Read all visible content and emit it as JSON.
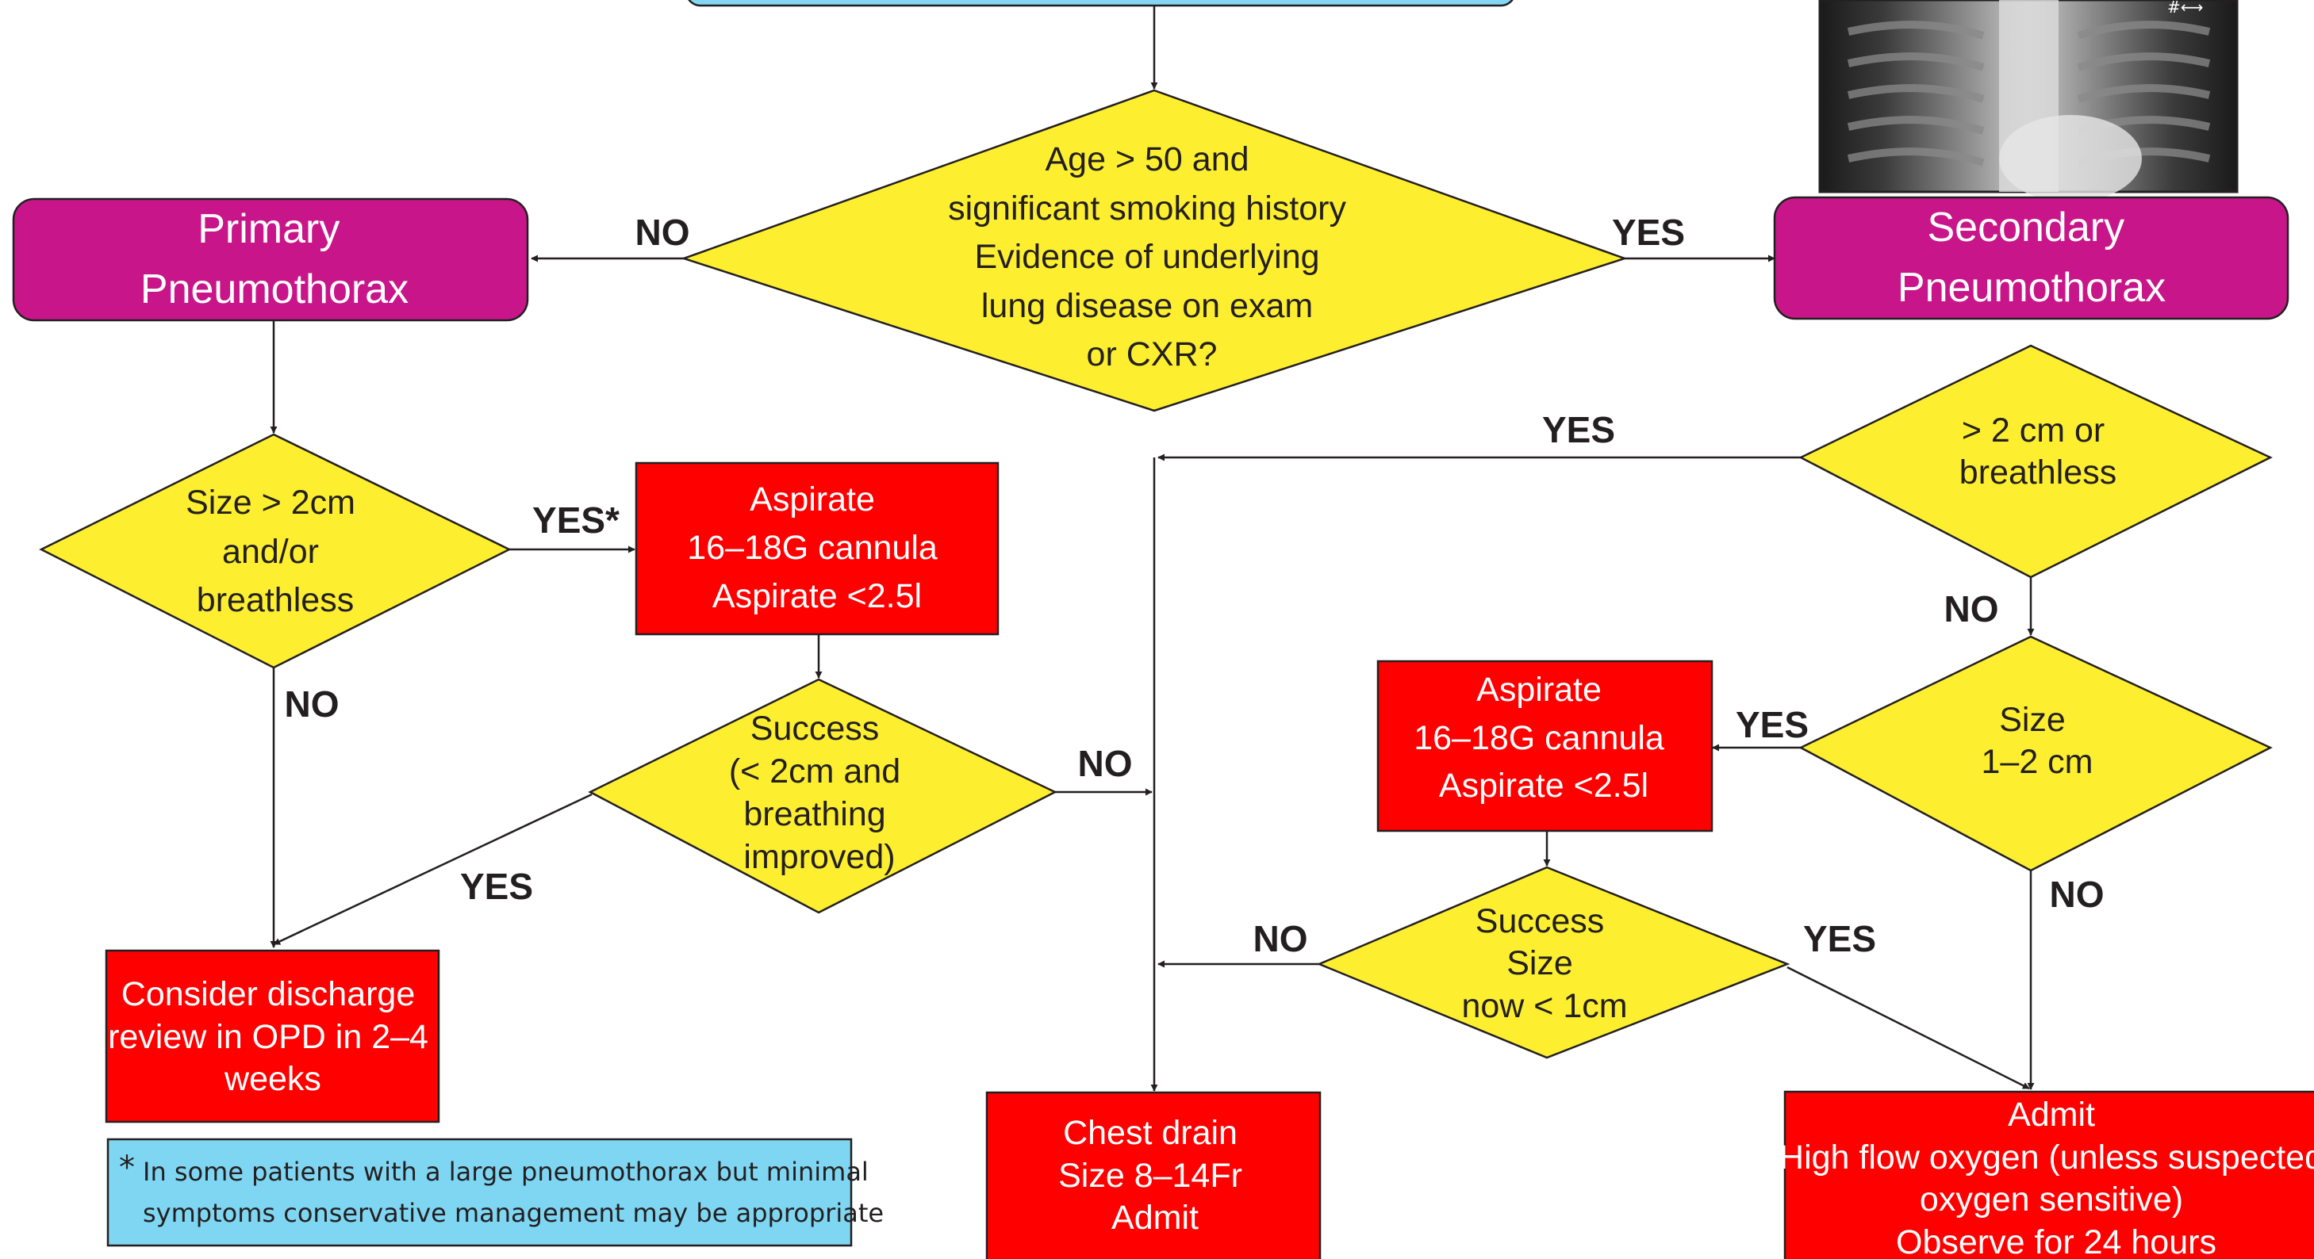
{
  "chart_data": {
    "type": "flowchart",
    "nodes": {
      "q_secondary": [
        "Age > 50 and",
        "significant smoking history",
        "Evidence of underlying",
        "lung disease on exam",
        "or CXR?"
      ],
      "primary": [
        "Primary",
        "Pneumothorax"
      ],
      "secondary": [
        "Secondary",
        "Pneumothorax"
      ],
      "q_size_primary": [
        "Size > 2cm",
        "and/or",
        "breathless"
      ],
      "aspirate_primary": [
        "Aspirate",
        "16–18G cannula",
        "Aspirate <2.5l"
      ],
      "q_success_primary": [
        "Success",
        "(< 2cm and",
        "breathing",
        "improved)"
      ],
      "discharge": [
        "Consider discharge",
        "review in OPD in 2–4",
        "weeks"
      ],
      "q_size_secondary": [
        "> 2 cm or",
        "breathless"
      ],
      "q_size_1_2": [
        "Size",
        "1–2 cm"
      ],
      "aspirate_secondary": [
        "Aspirate",
        "16–18G cannula",
        "Aspirate <2.5l"
      ],
      "q_success_secondary": [
        "Success",
        "Size",
        "now < 1cm"
      ],
      "chest_drain": [
        "Chest drain",
        "Size 8–14Fr",
        "Admit"
      ],
      "admit": [
        "Admit",
        "High flow oxygen (unless suspected",
        "oxygen sensitive)",
        "Observe for 24 hours"
      ]
    },
    "edges": [
      {
        "from": "q_secondary",
        "to": "primary",
        "label": "NO"
      },
      {
        "from": "q_secondary",
        "to": "secondary",
        "label": "YES"
      },
      {
        "from": "primary",
        "to": "q_size_primary",
        "label": ""
      },
      {
        "from": "q_size_primary",
        "to": "aspirate_primary",
        "label": "YES*"
      },
      {
        "from": "q_size_primary",
        "to": "discharge",
        "label": "NO"
      },
      {
        "from": "aspirate_primary",
        "to": "q_success_primary",
        "label": ""
      },
      {
        "from": "q_success_primary",
        "to": "discharge",
        "label": "YES"
      },
      {
        "from": "q_success_primary",
        "to": "chest_drain",
        "label": "NO"
      },
      {
        "from": "secondary",
        "to": "q_size_secondary",
        "label": ""
      },
      {
        "from": "q_size_secondary",
        "to": "chest_drain",
        "label": "YES"
      },
      {
        "from": "q_size_secondary",
        "to": "q_size_1_2",
        "label": "NO"
      },
      {
        "from": "q_size_1_2",
        "to": "aspirate_secondary",
        "label": "YES"
      },
      {
        "from": "q_size_1_2",
        "to": "admit",
        "label": "NO"
      },
      {
        "from": "aspirate_secondary",
        "to": "q_success_secondary",
        "label": ""
      },
      {
        "from": "q_success_secondary",
        "to": "chest_drain",
        "label": "NO"
      },
      {
        "from": "q_success_secondary",
        "to": "admit",
        "label": "YES"
      }
    ],
    "footnote": {
      "marker": "*",
      "lines": [
        "In some patients with a large pneumothorax but minimal",
        "symptoms conservative management may be appropriate"
      ]
    },
    "colors": {
      "rounded_box": "#c8168a",
      "decision": "#fdef2f",
      "action_box": "#ff0000",
      "note_box": "#7fd6f2",
      "top_box": "#84d6f3",
      "line": "#231f20"
    }
  }
}
